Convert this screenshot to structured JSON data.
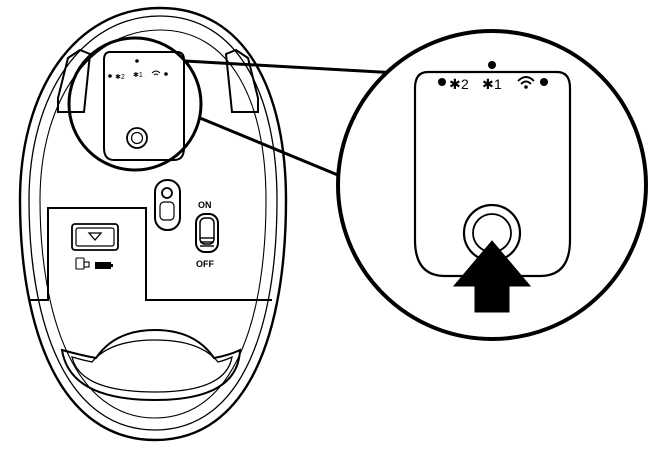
{
  "mouse": {
    "switch": {
      "on_label": "ON",
      "off_label": "OFF"
    }
  },
  "detail": {
    "channels": [
      {
        "icon": "bluetooth-icon",
        "label": "2"
      },
      {
        "icon": "bluetooth-icon",
        "label": "1"
      },
      {
        "icon": "wifi-icon",
        "label": ""
      }
    ]
  },
  "colors": {
    "line": "#000000",
    "background": "#ffffff"
  }
}
